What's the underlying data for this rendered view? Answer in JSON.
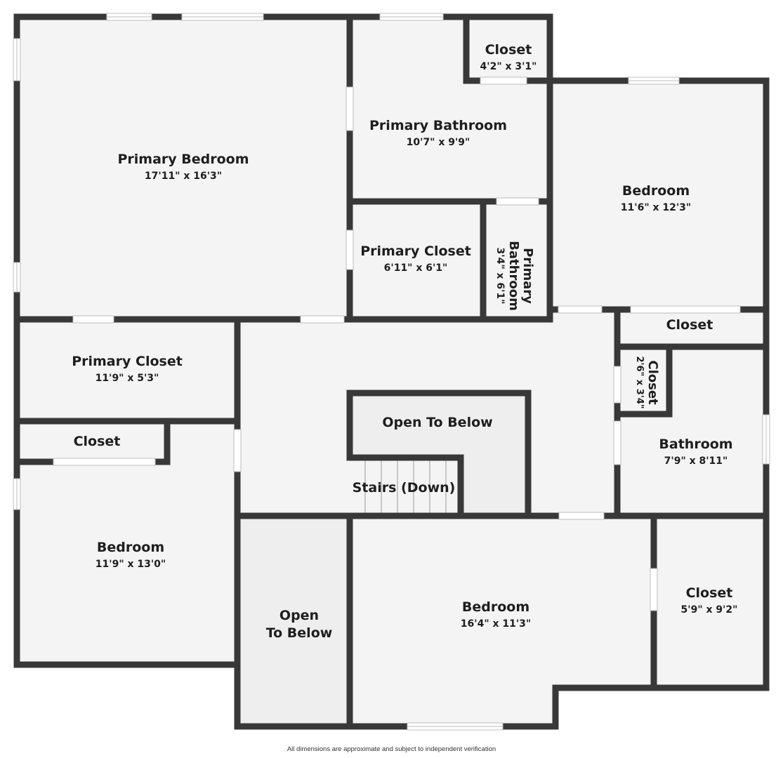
{
  "rooms": {
    "primary_bedroom": {
      "name": "Primary Bedroom",
      "dims": "17'11\" x 16'3\""
    },
    "primary_bathroom": {
      "name": "Primary Bathroom",
      "dims": "10'7\" x 9'9\""
    },
    "closet_top": {
      "name": "Closet",
      "dims": "4'2\" x 3'1\""
    },
    "bedroom_right": {
      "name": "Bedroom",
      "dims": "11'6\" x 12'3\""
    },
    "primary_closet_center": {
      "name": "Primary Closet",
      "dims": "6'11\" x 6'1\""
    },
    "primary_bathroom_small": {
      "name": "Primary Bathroom",
      "dims": "3'4\" x 6'1\""
    },
    "closet_right_strip": {
      "name": "Closet"
    },
    "primary_closet_left": {
      "name": "Primary Closet",
      "dims": "11'9\" x 5'3\""
    },
    "closet_left": {
      "name": "Closet"
    },
    "closet_small": {
      "name": "Closet",
      "dims": "2'6\" x 3'4\""
    },
    "bathroom": {
      "name": "Bathroom",
      "dims": "7'9\" x 8'11\""
    },
    "open_to_below_top": {
      "name": "Open To Below"
    },
    "stairs": {
      "name": "Stairs (Down)"
    },
    "bedroom_left": {
      "name": "Bedroom",
      "dims": "11'9\" x 13'0\""
    },
    "open_to_below_left": {
      "line1": "Open",
      "line2": "To Below"
    },
    "bedroom_bottom": {
      "name": "Bedroom",
      "dims": "16'4\" x 11'3\""
    },
    "closet_bottom_right": {
      "name": "Closet",
      "dims": "5'9\" x 9'2\""
    }
  },
  "disclaimer": "All dimensions are approximate and subject to independent verification"
}
